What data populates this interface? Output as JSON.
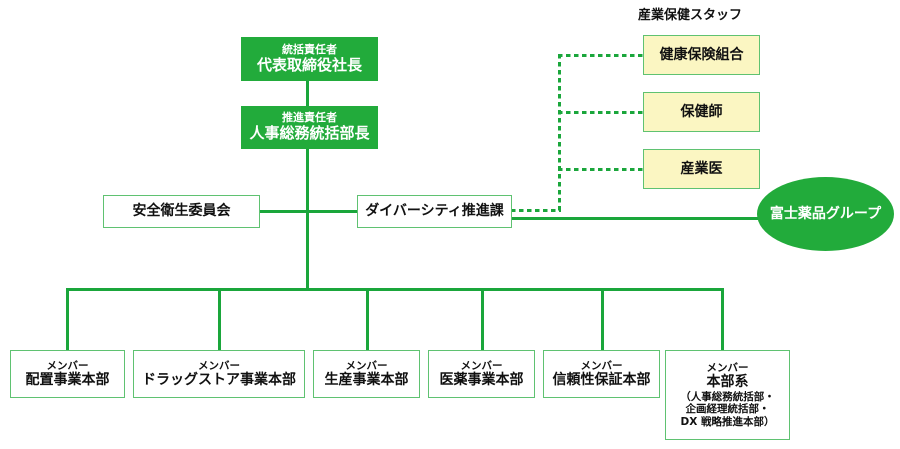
{
  "diagram": {
    "title_caption": "産業保健スタッフ",
    "nodes": {
      "top_officer": {
        "role": "統括責任者",
        "title": "代表取締役社長"
      },
      "promotion_officer": {
        "role": "推進責任者",
        "title": "人事総務統括部長"
      },
      "safety_committee": {
        "title": "安全衛生委員会"
      },
      "diversity_section": {
        "title": "ダイバーシティ推進課"
      },
      "group_company": {
        "title": "富士薬品グループ"
      }
    },
    "health_staff": [
      {
        "title": "健康保険組合"
      },
      {
        "title": "保健師"
      },
      {
        "title": "産業医"
      }
    ],
    "members": [
      {
        "role": "メンバー",
        "title": "配置事業本部",
        "detail": ""
      },
      {
        "role": "メンバー",
        "title": "ドラッグストア事業本部",
        "detail": ""
      },
      {
        "role": "メンバー",
        "title": "生産事業本部",
        "detail": ""
      },
      {
        "role": "メンバー",
        "title": "医薬事業本部",
        "detail": ""
      },
      {
        "role": "メンバー",
        "title": "信頼性保証本部",
        "detail": ""
      },
      {
        "role": "メンバー",
        "title": "本部系",
        "detail_line1": "（人事総務統括部・",
        "detail_line2": "企画経理統括部・",
        "detail_line3": "DX 戦略推進本部）"
      }
    ],
    "colors": {
      "green": "#22ab3b",
      "green_line": "#1aa63b",
      "border_light_green": "#5fc271",
      "yellow_fill": "#fbf6c2",
      "text_dark": "#111111",
      "white": "#ffffff"
    }
  }
}
